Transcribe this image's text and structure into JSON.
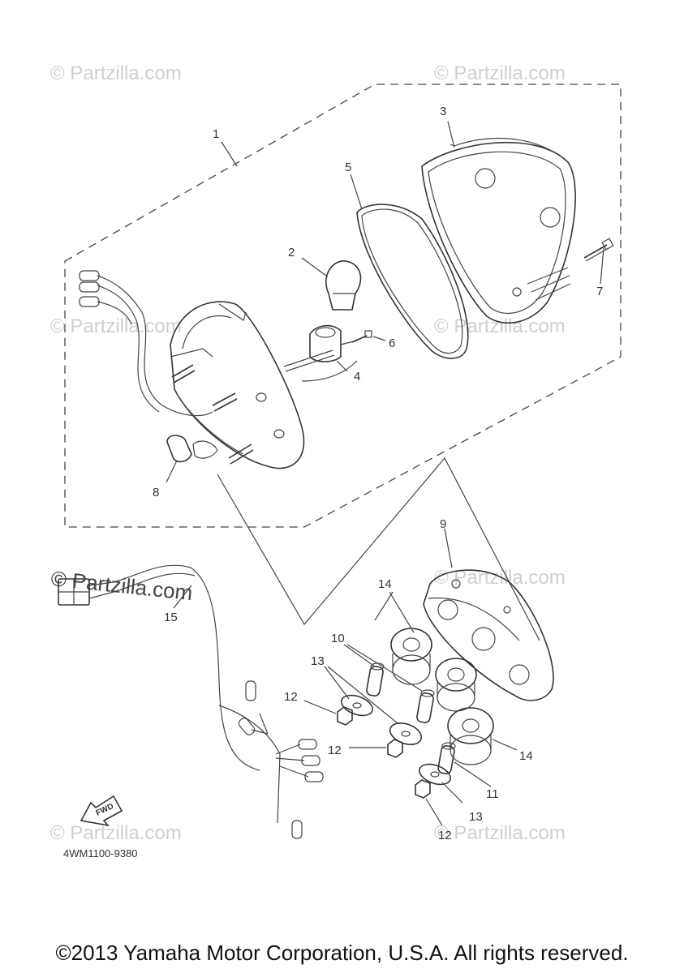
{
  "watermark": {
    "text": "© Partzilla.com",
    "symbol": "©",
    "brand": "Partzilla.com"
  },
  "diagram_code": "4WM1100-9380",
  "fwd_label": "FWD",
  "copyright": "©2013 Yamaha Motor Corporation, U.S.A. All rights reserved.",
  "callouts": {
    "c1": "1",
    "c2": "2",
    "c3": "3",
    "c4": "4",
    "c5": "5",
    "c6": "6",
    "c7": "7",
    "c8": "8",
    "c9": "9",
    "c10": "10",
    "c11": "11",
    "c12a": "12",
    "c12b": "12",
    "c12c": "12",
    "c13a": "13",
    "c13b": "13",
    "c14a": "14",
    "c14b": "14",
    "c15": "15"
  }
}
